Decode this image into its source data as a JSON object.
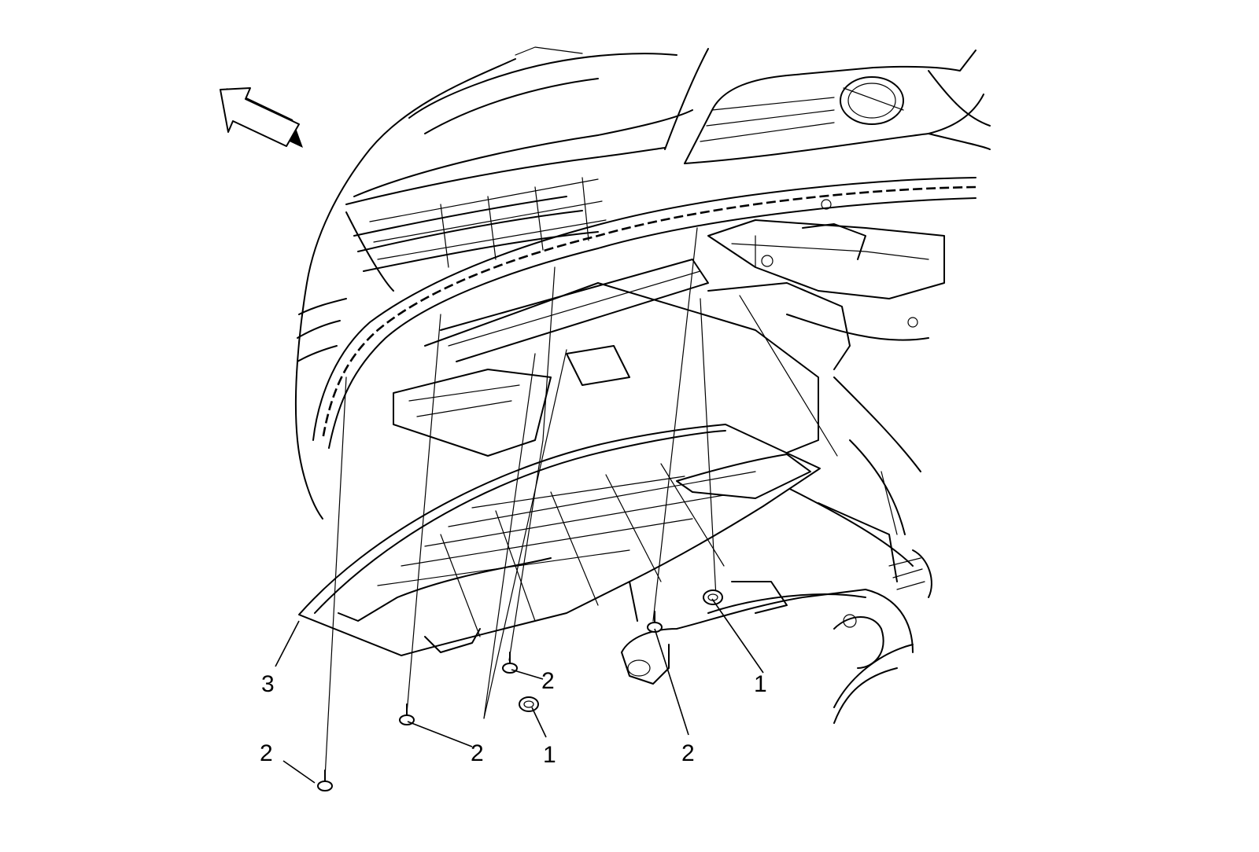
{
  "callouts": [
    {
      "id": "c1",
      "text": "1"
    },
    {
      "id": "c2",
      "text": "1"
    },
    {
      "id": "c3",
      "text": "2"
    },
    {
      "id": "c4",
      "text": "2"
    },
    {
      "id": "c5",
      "text": "2"
    },
    {
      "id": "c6",
      "text": "2"
    },
    {
      "id": "c7",
      "text": "3"
    }
  ]
}
